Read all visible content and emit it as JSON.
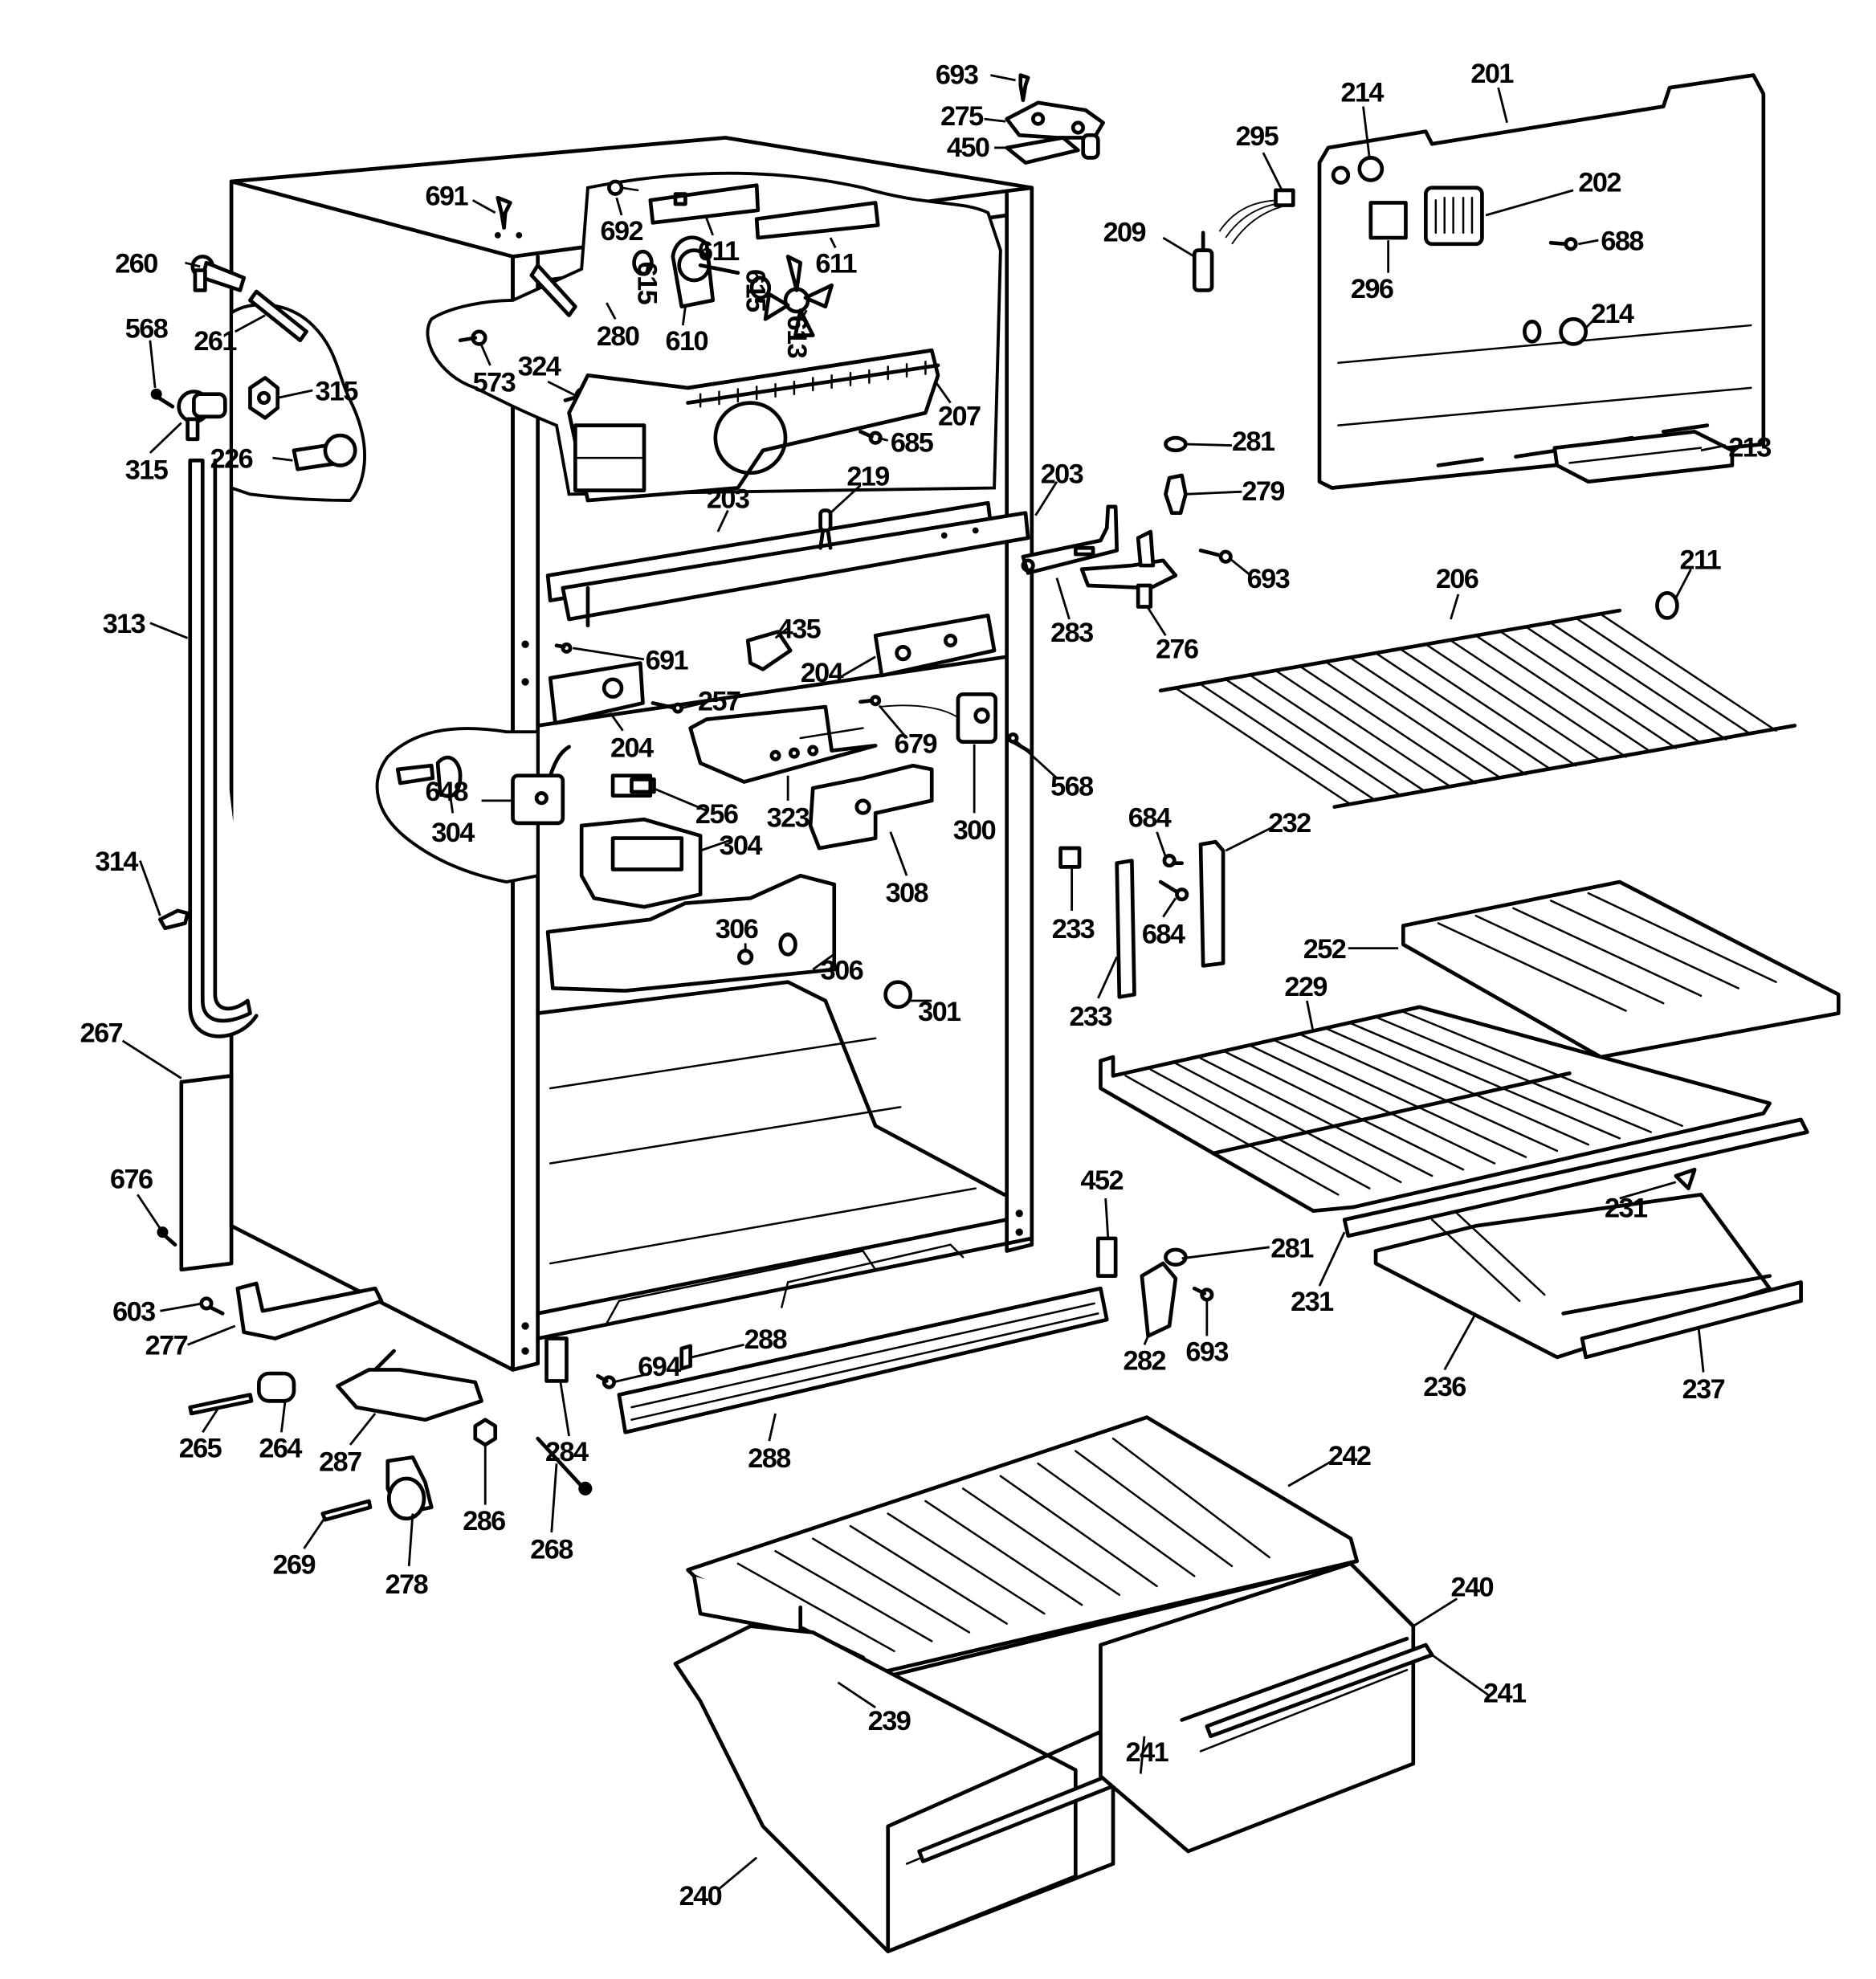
{
  "diagram": {
    "title": "Refrigerator cabinet parts exploded view",
    "ink_color": "#000000",
    "background_color": "#ffffff"
  },
  "callouts": [
    "693",
    "275",
    "450",
    "691",
    "692",
    "611",
    "611",
    "260",
    "261",
    "568",
    "315",
    "315",
    "226",
    "280",
    "615",
    "610",
    "615",
    "613",
    "573",
    "324",
    "207",
    "685",
    "219",
    "203",
    "203",
    "209",
    "295",
    "214",
    "201",
    "202",
    "688",
    "296",
    "214",
    "213",
    "281",
    "279",
    "693",
    "211",
    "206",
    "283",
    "276",
    "691",
    "435",
    "204",
    "204",
    "257",
    "679",
    "568",
    "648",
    "304",
    "256",
    "323",
    "300",
    "304",
    "308",
    "684",
    "232",
    "233",
    "684",
    "233",
    "313",
    "314",
    "306",
    "306",
    "301",
    "252",
    "229",
    "267",
    "676",
    "452",
    "281",
    "231",
    "231",
    "603",
    "277",
    "288",
    "694",
    "282",
    "693",
    "236",
    "237",
    "265",
    "264",
    "287",
    "284",
    "288",
    "242",
    "286",
    "269",
    "268",
    "278",
    "240",
    "239",
    "241",
    "241",
    "240"
  ]
}
